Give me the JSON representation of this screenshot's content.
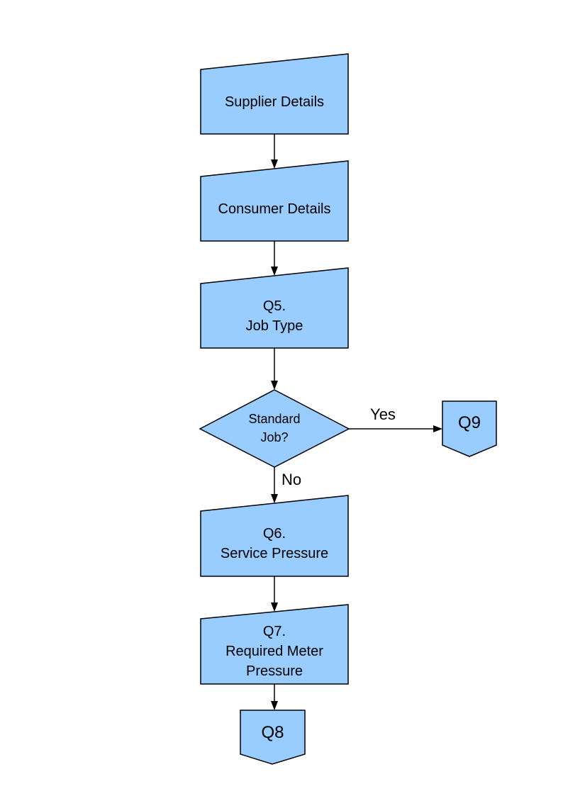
{
  "colors": {
    "shape_fill": "#99CCFF",
    "shape_stroke": "#000000",
    "connector": "#000000",
    "text": "#000000",
    "background": "#FFFFFF"
  },
  "flowchart": {
    "nodes": {
      "supplier": {
        "label": "Supplier Details",
        "shape": "manual-input"
      },
      "consumer": {
        "label": "Consumer Details",
        "shape": "manual-input"
      },
      "q5": {
        "label": "Q5.\nJob Type",
        "shape": "manual-input"
      },
      "decision": {
        "label": "Standard\nJob?",
        "shape": "decision"
      },
      "q9": {
        "label": "Q9",
        "shape": "off-page-connector"
      },
      "q6": {
        "label": "Q6.\nService Pressure",
        "shape": "manual-input"
      },
      "q7": {
        "label": "Q7.\nRequired Meter\nPressure",
        "shape": "manual-input"
      },
      "q8": {
        "label": "Q8",
        "shape": "off-page-connector"
      }
    },
    "edge_labels": {
      "yes": "Yes",
      "no": "No"
    }
  }
}
